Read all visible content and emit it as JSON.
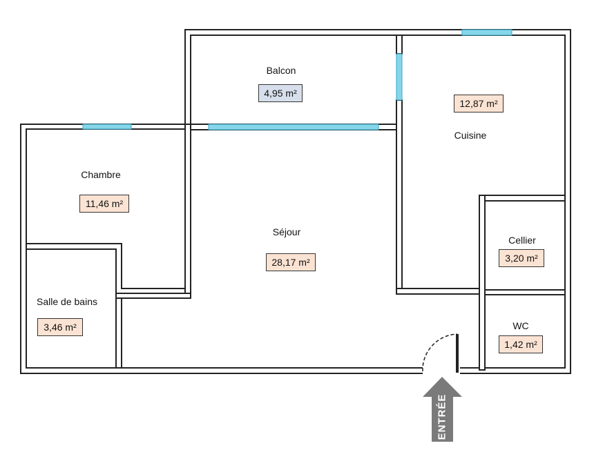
{
  "colors": {
    "wall": "#222222",
    "window": "#86d6ea",
    "area_fill": "#fbe3d3",
    "balcony_area_fill": "#d6dfeb",
    "entry_arrow": "#7a7a7a"
  },
  "rooms": {
    "balcon": {
      "name": "Balcon",
      "area": "4,95 m²"
    },
    "cuisine": {
      "name": "Cuisine",
      "area": "12,87 m²"
    },
    "chambre": {
      "name": "Chambre",
      "area": "11,46 m²"
    },
    "sejour": {
      "name": "Séjour",
      "area": "28,17 m²"
    },
    "cellier": {
      "name": "Cellier",
      "area": "3,20 m²"
    },
    "salle_de_bains": {
      "name": "Salle de bains",
      "area": "3,46 m²"
    },
    "wc": {
      "name": "WC",
      "area": "1,42 m²"
    }
  },
  "entry": {
    "label": "ENTRÉE"
  }
}
